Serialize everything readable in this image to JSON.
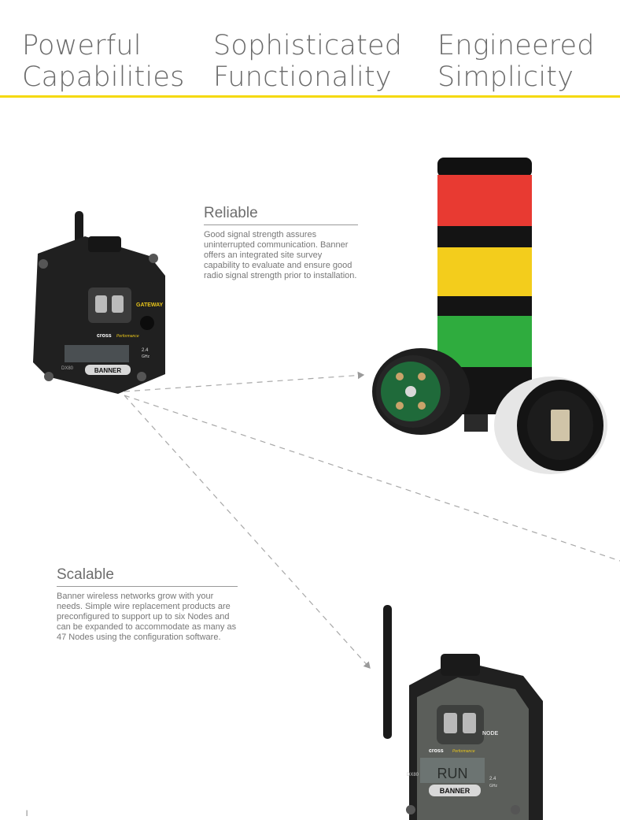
{
  "header": {
    "columns": [
      {
        "line1": "Powerful",
        "line2": "Capabilities"
      },
      {
        "line1": "Sophisticated",
        "line2": "Functionality"
      },
      {
        "line1": "Engineered",
        "line2": "Simplicity"
      }
    ],
    "rule_color": "#f5d90a"
  },
  "features": [
    {
      "title": "Reliable",
      "body": "Good signal strength assures uninterrupted communication. Banner offers an integrated site survey capability to evaluate and ensure good radio signal strength prior to installation."
    },
    {
      "title": "Scalable",
      "body": "Banner wireless networks grow with your needs. Simple wire replacement products are preconfigured to support up to six Nodes and can be expanded to accommodate as many as 47 Nodes using the configuration software."
    }
  ],
  "devices": {
    "gateway": {
      "model": "DX80",
      "brand": "BANNER",
      "type_label": "GATEWAY",
      "product_line": "cross",
      "product_sub": "Performance",
      "band": "2.4",
      "band_unit": "GHz"
    },
    "node": {
      "model": "DX80",
      "brand": "BANNER",
      "type_label": "NODE",
      "product_line": "cross",
      "product_sub": "Performance",
      "band": "2.4",
      "band_unit": "GHz",
      "display_text": "RUN"
    }
  },
  "page_number": "l"
}
